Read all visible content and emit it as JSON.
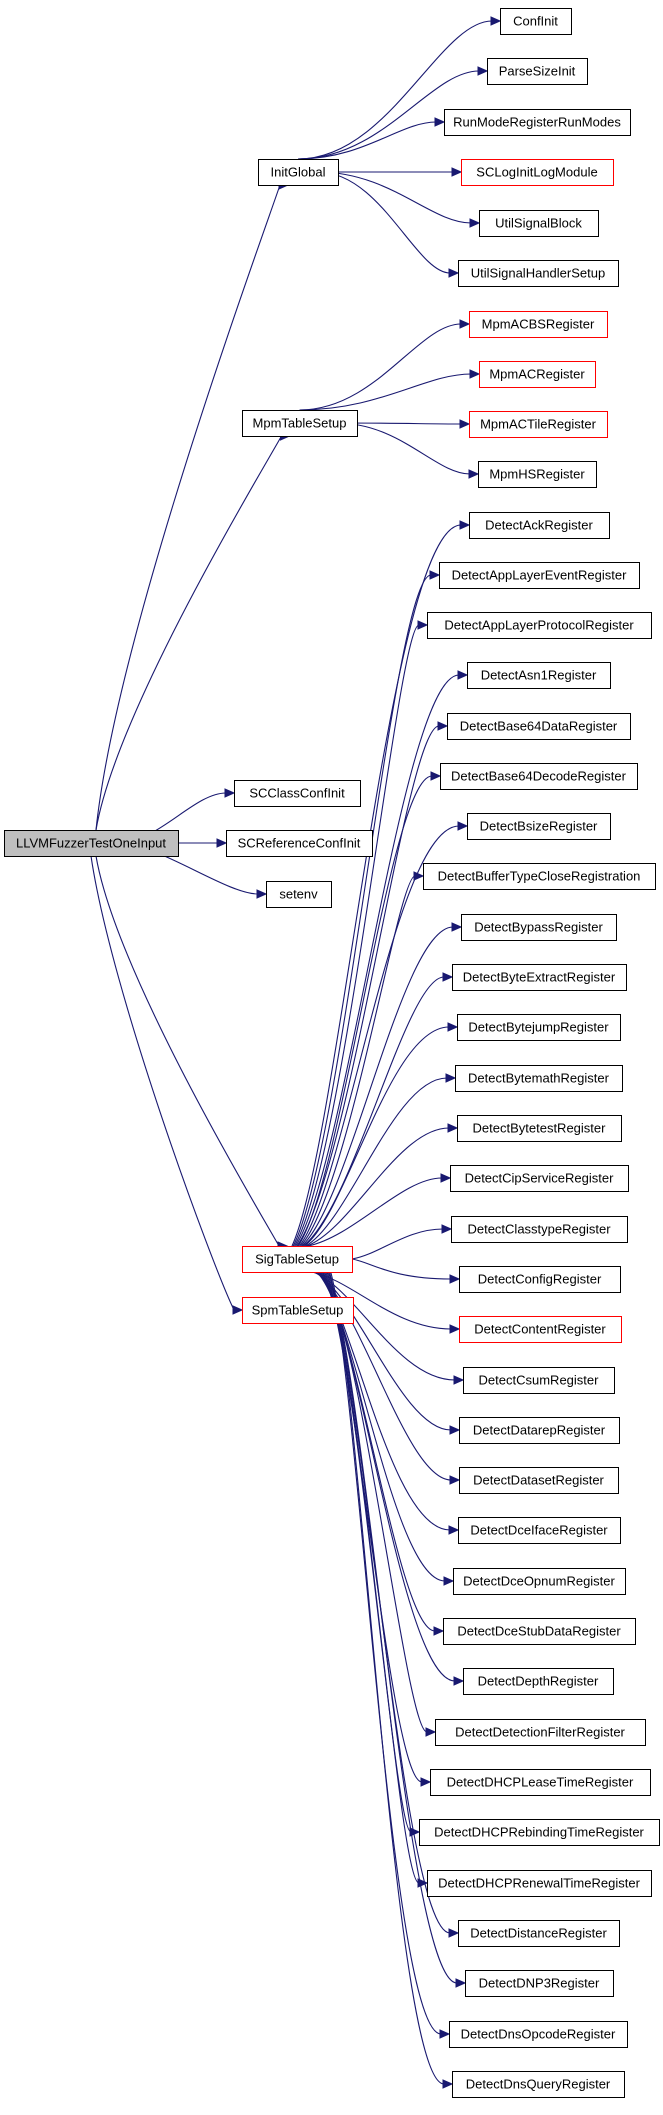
{
  "colors": {
    "edge": "#191970",
    "box_border": "#000000",
    "truncated_border": "#ff0000",
    "root_fill": "#bfbfbf"
  },
  "nodes": [
    {
      "id": "root",
      "label": "LLVMFuzzerTestOneInput",
      "style": "root"
    },
    {
      "id": "initglobal",
      "label": "InitGlobal",
      "style": "normal"
    },
    {
      "id": "mpmtablesetup",
      "label": "MpmTableSetup",
      "style": "normal"
    },
    {
      "id": "scclassconfinit",
      "label": "SCClassConfInit",
      "style": "normal"
    },
    {
      "id": "screferenceconfinit",
      "label": "SCReferenceConfInit",
      "style": "normal"
    },
    {
      "id": "setenv",
      "label": "setenv",
      "style": "normal"
    },
    {
      "id": "sigtablesetup",
      "label": "SigTableSetup",
      "style": "truncated"
    },
    {
      "id": "spmtablesetup",
      "label": "SpmTableSetup",
      "style": "truncated"
    },
    {
      "id": "confinit",
      "label": "ConfInit",
      "style": "normal"
    },
    {
      "id": "parsesizeinit",
      "label": "ParseSizeInit",
      "style": "normal"
    },
    {
      "id": "runmoderegisterrunmodes",
      "label": "RunModeRegisterRunModes",
      "style": "normal"
    },
    {
      "id": "scloginitlogmodule",
      "label": "SCLogInitLogModule",
      "style": "truncated"
    },
    {
      "id": "utilsignalblock",
      "label": "UtilSignalBlock",
      "style": "normal"
    },
    {
      "id": "utilsignalhandlersetup",
      "label": "UtilSignalHandlerSetup",
      "style": "normal"
    },
    {
      "id": "mpmacbsregister",
      "label": "MpmACBSRegister",
      "style": "truncated"
    },
    {
      "id": "mpmacregister",
      "label": "MpmACRegister",
      "style": "truncated"
    },
    {
      "id": "mpmactileregister",
      "label": "MpmACTileRegister",
      "style": "truncated"
    },
    {
      "id": "mpmhsregister",
      "label": "MpmHSRegister",
      "style": "normal"
    },
    {
      "id": "d0",
      "label": "DetectAckRegister",
      "style": "normal"
    },
    {
      "id": "d1",
      "label": "DetectAppLayerEventRegister",
      "style": "normal"
    },
    {
      "id": "d2",
      "label": "DetectAppLayerProtocolRegister",
      "style": "normal"
    },
    {
      "id": "d3",
      "label": "DetectAsn1Register",
      "style": "normal"
    },
    {
      "id": "d4",
      "label": "DetectBase64DataRegister",
      "style": "normal"
    },
    {
      "id": "d5",
      "label": "DetectBase64DecodeRegister",
      "style": "normal"
    },
    {
      "id": "d6",
      "label": "DetectBsizeRegister",
      "style": "normal"
    },
    {
      "id": "d7",
      "label": "DetectBufferTypeCloseRegistration",
      "style": "normal"
    },
    {
      "id": "d8",
      "label": "DetectBypassRegister",
      "style": "normal"
    },
    {
      "id": "d9",
      "label": "DetectByteExtractRegister",
      "style": "normal"
    },
    {
      "id": "d10",
      "label": "DetectBytejumpRegister",
      "style": "normal"
    },
    {
      "id": "d11",
      "label": "DetectBytemathRegister",
      "style": "normal"
    },
    {
      "id": "d12",
      "label": "DetectBytetestRegister",
      "style": "normal"
    },
    {
      "id": "d13",
      "label": "DetectCipServiceRegister",
      "style": "normal"
    },
    {
      "id": "d14",
      "label": "DetectClasstypeRegister",
      "style": "normal"
    },
    {
      "id": "d15",
      "label": "DetectConfigRegister",
      "style": "normal"
    },
    {
      "id": "d16",
      "label": "DetectContentRegister",
      "style": "truncated"
    },
    {
      "id": "d17",
      "label": "DetectCsumRegister",
      "style": "normal"
    },
    {
      "id": "d18",
      "label": "DetectDatarepRegister",
      "style": "normal"
    },
    {
      "id": "d19",
      "label": "DetectDatasetRegister",
      "style": "normal"
    },
    {
      "id": "d20",
      "label": "DetectDceIfaceRegister",
      "style": "normal"
    },
    {
      "id": "d21",
      "label": "DetectDceOpnumRegister",
      "style": "normal"
    },
    {
      "id": "d22",
      "label": "DetectDceStubDataRegister",
      "style": "normal"
    },
    {
      "id": "d23",
      "label": "DetectDepthRegister",
      "style": "normal"
    },
    {
      "id": "d24",
      "label": "DetectDetectionFilterRegister",
      "style": "normal"
    },
    {
      "id": "d25",
      "label": "DetectDHCPLeaseTimeRegister",
      "style": "normal"
    },
    {
      "id": "d26",
      "label": "DetectDHCPRebindingTimeRegister",
      "style": "normal"
    },
    {
      "id": "d27",
      "label": "DetectDHCPRenewalTimeRegister",
      "style": "normal"
    },
    {
      "id": "d28",
      "label": "DetectDistanceRegister",
      "style": "normal"
    },
    {
      "id": "d29",
      "label": "DetectDNP3Register",
      "style": "normal"
    },
    {
      "id": "d30",
      "label": "DetectDnsOpcodeRegister",
      "style": "normal"
    },
    {
      "id": "d31",
      "label": "DetectDnsQueryRegister",
      "style": "normal"
    }
  ],
  "edges": [
    [
      "root",
      "initglobal"
    ],
    [
      "root",
      "mpmtablesetup"
    ],
    [
      "root",
      "scclassconfinit"
    ],
    [
      "root",
      "screferenceconfinit"
    ],
    [
      "root",
      "setenv"
    ],
    [
      "root",
      "sigtablesetup"
    ],
    [
      "root",
      "spmtablesetup"
    ],
    [
      "initglobal",
      "confinit"
    ],
    [
      "initglobal",
      "parsesizeinit"
    ],
    [
      "initglobal",
      "runmoderegisterrunmodes"
    ],
    [
      "initglobal",
      "scloginitlogmodule"
    ],
    [
      "initglobal",
      "utilsignalblock"
    ],
    [
      "initglobal",
      "utilsignalhandlersetup"
    ],
    [
      "mpmtablesetup",
      "mpmacbsregister"
    ],
    [
      "mpmtablesetup",
      "mpmacregister"
    ],
    [
      "mpmtablesetup",
      "mpmactileregister"
    ],
    [
      "mpmtablesetup",
      "mpmhsregister"
    ],
    [
      "sigtablesetup",
      "d0"
    ],
    [
      "sigtablesetup",
      "d1"
    ],
    [
      "sigtablesetup",
      "d2"
    ],
    [
      "sigtablesetup",
      "d3"
    ],
    [
      "sigtablesetup",
      "d4"
    ],
    [
      "sigtablesetup",
      "d5"
    ],
    [
      "sigtablesetup",
      "d6"
    ],
    [
      "sigtablesetup",
      "d7"
    ],
    [
      "sigtablesetup",
      "d8"
    ],
    [
      "sigtablesetup",
      "d9"
    ],
    [
      "sigtablesetup",
      "d10"
    ],
    [
      "sigtablesetup",
      "d11"
    ],
    [
      "sigtablesetup",
      "d12"
    ],
    [
      "sigtablesetup",
      "d13"
    ],
    [
      "sigtablesetup",
      "d14"
    ],
    [
      "sigtablesetup",
      "d15"
    ],
    [
      "sigtablesetup",
      "d16"
    ],
    [
      "sigtablesetup",
      "d17"
    ],
    [
      "sigtablesetup",
      "d18"
    ],
    [
      "sigtablesetup",
      "d19"
    ],
    [
      "sigtablesetup",
      "d20"
    ],
    [
      "sigtablesetup",
      "d21"
    ],
    [
      "sigtablesetup",
      "d22"
    ],
    [
      "sigtablesetup",
      "d23"
    ],
    [
      "sigtablesetup",
      "d24"
    ],
    [
      "sigtablesetup",
      "d25"
    ],
    [
      "sigtablesetup",
      "d26"
    ],
    [
      "sigtablesetup",
      "d27"
    ],
    [
      "sigtablesetup",
      "d28"
    ],
    [
      "sigtablesetup",
      "d29"
    ],
    [
      "sigtablesetup",
      "d30"
    ],
    [
      "sigtablesetup",
      "d31"
    ]
  ]
}
